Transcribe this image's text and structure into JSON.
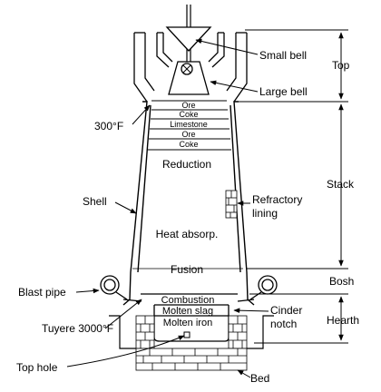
{
  "diagram": {
    "layers": {
      "ore_1": "Ore",
      "coke_1": "Coke",
      "limestone": "Limestone",
      "ore_2": "Ore",
      "coke_2": "Coke"
    },
    "zones": {
      "reduction": "Reduction",
      "heat_absorp": "Heat absorp.",
      "fusion": "Fusion",
      "combustion": "Combustion",
      "molten_slag": "Molten slag",
      "molten_iron": "Molten iron"
    },
    "labels": {
      "small_bell": "Small bell",
      "large_bell": "Large bell",
      "temp_top": "300°F",
      "shell": "Shell",
      "refractory_line1": "Refractory",
      "refractory_line2": "lining",
      "blast_pipe": "Blast pipe",
      "tuyere": "Tuyere 3000°F",
      "cinder_line1": "Cinder",
      "cinder_line2": "notch",
      "top_hole": "Top hole",
      "bed": "Bed"
    },
    "sections": {
      "top": "Top",
      "stack": "Stack",
      "bosh": "Bosh",
      "hearth": "Hearth"
    }
  }
}
